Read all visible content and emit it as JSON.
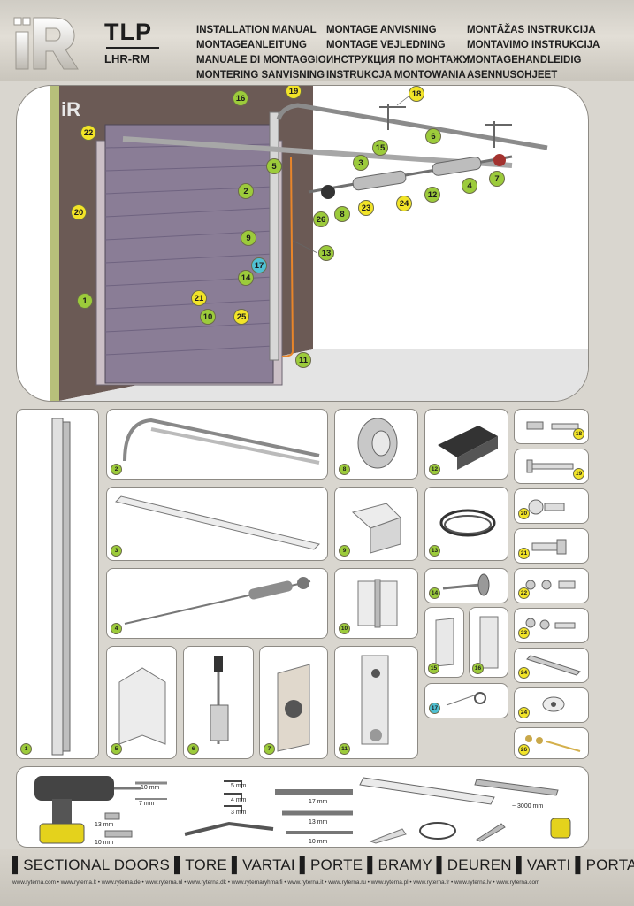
{
  "header": {
    "model": "TLP",
    "submodel": "LHR-RM",
    "titles_col1": [
      "INSTALLATION MANUAL",
      "MONTAGEANLEITUNG",
      "MANUALE DI MONTAGGIO",
      "MONTERING SANVISNING"
    ],
    "titles_col2": [
      "MONTAGE ANVISNING",
      "MONTAGE VEJLEDNING",
      "ИНСТРУКЦИЯ ПО МОНТАЖУ",
      "INSTRUKCJA MONTOWANIA"
    ],
    "titles_col3": [
      "MONTĀŽAS INSTRUKCIJA",
      "MONTAVIMO INSTRUKCIJA",
      "MONTAGEHANDLEIDIG",
      "ASENNUSOHJEET"
    ]
  },
  "scene_callouts": [
    {
      "n": "1",
      "c": "g"
    },
    {
      "n": "2",
      "c": "g"
    },
    {
      "n": "3",
      "c": "g"
    },
    {
      "n": "4",
      "c": "g"
    },
    {
      "n": "5",
      "c": "g"
    },
    {
      "n": "6",
      "c": "g"
    },
    {
      "n": "7",
      "c": "g"
    },
    {
      "n": "8",
      "c": "g"
    },
    {
      "n": "9",
      "c": "g"
    },
    {
      "n": "10",
      "c": "g"
    },
    {
      "n": "11",
      "c": "g"
    },
    {
      "n": "12",
      "c": "g"
    },
    {
      "n": "13",
      "c": "g"
    },
    {
      "n": "14",
      "c": "g"
    },
    {
      "n": "15",
      "c": "g"
    },
    {
      "n": "16",
      "c": "g"
    },
    {
      "n": "17",
      "c": "b"
    },
    {
      "n": "18",
      "c": "y"
    },
    {
      "n": "19",
      "c": "y"
    },
    {
      "n": "20",
      "c": "y"
    },
    {
      "n": "21",
      "c": "y"
    },
    {
      "n": "22",
      "c": "y"
    },
    {
      "n": "23",
      "c": "y"
    },
    {
      "n": "24",
      "c": "y"
    },
    {
      "n": "25",
      "c": "y"
    },
    {
      "n": "26",
      "c": "g"
    }
  ],
  "parts": [
    {
      "n": "1",
      "c": "g"
    },
    {
      "n": "2",
      "c": "g"
    },
    {
      "n": "3",
      "c": "g"
    },
    {
      "n": "4",
      "c": "g"
    },
    {
      "n": "5",
      "c": "g"
    },
    {
      "n": "6",
      "c": "g"
    },
    {
      "n": "7",
      "c": "g"
    },
    {
      "n": "8",
      "c": "g"
    },
    {
      "n": "9",
      "c": "g"
    },
    {
      "n": "10",
      "c": "g"
    },
    {
      "n": "11",
      "c": "g"
    },
    {
      "n": "12",
      "c": "g"
    },
    {
      "n": "13",
      "c": "g"
    },
    {
      "n": "14",
      "c": "g"
    },
    {
      "n": "15",
      "c": "g"
    },
    {
      "n": "16",
      "c": "g"
    },
    {
      "n": "17",
      "c": "b"
    },
    {
      "n": "18",
      "c": "y"
    },
    {
      "n": "19",
      "c": "y"
    },
    {
      "n": "20",
      "c": "y"
    },
    {
      "n": "21",
      "c": "y"
    },
    {
      "n": "22",
      "c": "y"
    },
    {
      "n": "23",
      "c": "y"
    },
    {
      "n": "24",
      "c": "y"
    },
    {
      "n": "24",
      "c": "y"
    },
    {
      "n": "26",
      "c": "y"
    }
  ],
  "tools": {
    "drill_bit_1": "10 mm",
    "drill_bit_2": "7 mm",
    "socket_1": "13 mm",
    "socket_2": "10 mm",
    "hex_1": "5 mm",
    "hex_2": "4 mm",
    "hex_3": "3 mm",
    "wrench_1": "17 mm",
    "wrench_2": "13 mm",
    "wrench_3": "10 mm",
    "rule_length": "~ 3000 mm"
  },
  "colors": {
    "green": "#9ccb3b",
    "yellow": "#f2e428",
    "blue": "#4fc1d3",
    "door": "#8a7d96",
    "wall": "#6b5a55",
    "cable": "#e8852a"
  },
  "footer": {
    "slogan": "▌SECTIONAL DOORS ▌TORE ▌VARTAI ▌PORTE ▌BRAMY ▌DEUREN ▌VARTI ▌PORTA ▌",
    "urls": "www.ryterna.com • www.ryterna.lt • www.ryterna.de • www.ryterna.nl • www.ryterna.dk • www.ryternaryhma.fi • www.ryterna.it • www.ryterna.ru • www.ryterna.pl • www.ryterna.fr • www.ryterna.lv • www.ryterna.com"
  }
}
